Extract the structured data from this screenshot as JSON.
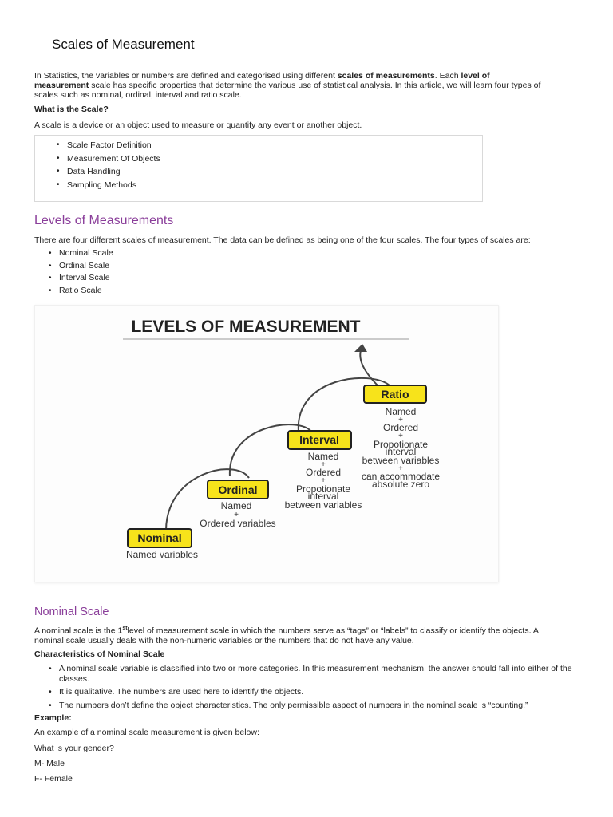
{
  "page_title": "Scales of Measurement",
  "intro": {
    "t1": "In Statistics, the variables or numbers are defined and categorised using different ",
    "b1": "scales of measurements",
    "t2": ". Each ",
    "b2": "level of",
    "b3": "measurement",
    "t3": " scale has specific properties that determine the various use of statistical analysis. In this article, we will learn four types of",
    "t4": "scales such as nominal, ordinal, interval and ratio scale."
  },
  "what_is_scale": {
    "heading": "What is the Scale?",
    "text": "A scale is a device or an object used to measure or quantify any event or another object."
  },
  "related_links": [
    "Scale Factor Definition",
    "Measurement Of Objects",
    "Data Handling",
    "Sampling Methods"
  ],
  "levels_section": {
    "heading": "Levels of Measurements",
    "intro": "There are four different scales of measurement. The data can be defined as being one of the four scales. The four types of scales are:",
    "items": [
      "Nominal Scale",
      "Ordinal Scale",
      "Interval Scale",
      "Ratio Scale"
    ]
  },
  "figure": {
    "title": "LEVELS OF MEASUREMENT",
    "accent_color": "#f7e31b",
    "levels": [
      {
        "label": "Nominal",
        "desc": [
          "Named variables"
        ]
      },
      {
        "label": "Ordinal",
        "desc": [
          "Named",
          "+",
          "Ordered variables"
        ]
      },
      {
        "label": "Interval",
        "desc": [
          "Named",
          "+",
          "Ordered",
          "+",
          "Propotionate",
          "interval",
          "between variables"
        ]
      },
      {
        "label": "Ratio",
        "desc": [
          "Named",
          "+",
          "Ordered",
          "+",
          "Propotionate",
          "interval",
          "between variables",
          "+",
          "can accommodate",
          "absolute zero"
        ]
      }
    ]
  },
  "nominal_section": {
    "heading": "Nominal Scale",
    "def_a": "A nominal scale is the 1",
    "def_sup": "st",
    "def_b": "level of measurement scale in which the numbers serve as “tags” or “labels” to classify or identify the objects. A",
    "def_c": "nominal scale usually deals with the non-numeric variables or the numbers that do not have any value.",
    "char_heading": "Characteristics of Nominal Scale",
    "characteristics": [
      "A nominal scale variable is classified into two or more categories. In this measurement mechanism, the answer should fall into either of the classes.",
      "It is qualitative. The numbers are used here to identify the objects.",
      "The numbers don’t define the object characteristics. The only permissible aspect of numbers in the nominal scale is “counting.”"
    ],
    "example_heading": "Example:",
    "example_intro": "An example of a nominal scale measurement is given below:",
    "question": "What is your gender?",
    "options": [
      "M- Male",
      "F- Female"
    ]
  }
}
